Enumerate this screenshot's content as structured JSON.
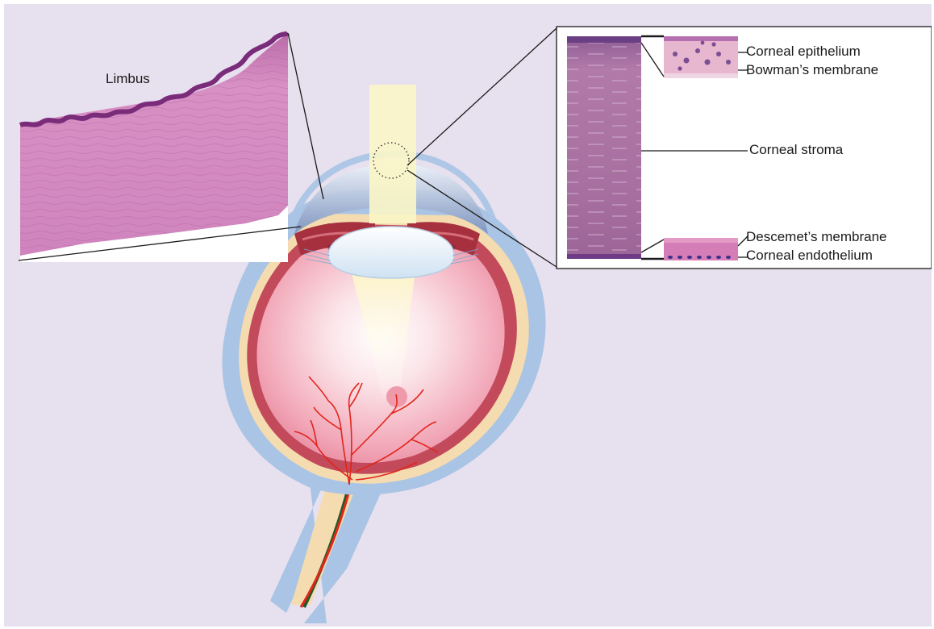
{
  "labels": {
    "limbus": "Limbus",
    "corneal_epithelium": "Corneal epithelium",
    "bowmans_membrane": "Bowman’s membrane",
    "corneal_stroma": "Corneal stroma",
    "descemets_membrane": "Descemet’s membrane",
    "corneal_endothelium": "Corneal endothelium"
  },
  "colors": {
    "background": "#e7e0ee",
    "sclera": "#a9c4e4",
    "choroid": "#f5dcb0",
    "retina_inner": "#f7c6cf",
    "histology_stain": "#c77aad",
    "epithelium_dark": "#8c3f87",
    "vessel": "#e1261c",
    "light_beam": "#fbf6c7"
  }
}
